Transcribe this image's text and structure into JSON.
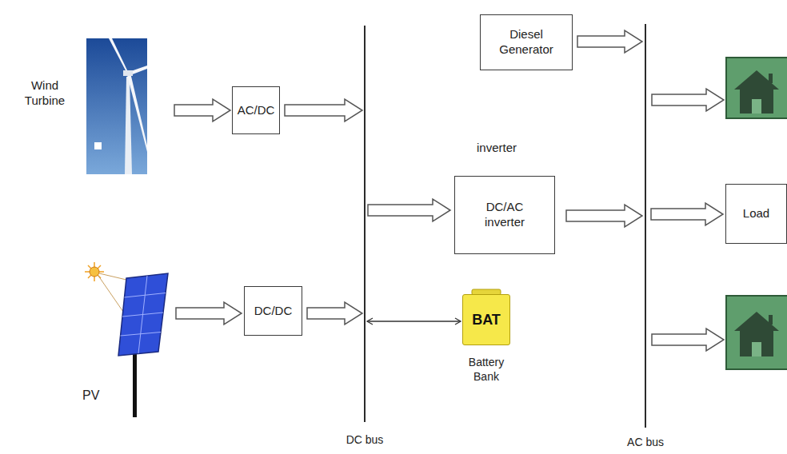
{
  "diagram": {
    "nodes": [
      {
        "text": [
          "Wind Turbine"
        ]
      },
      {
        "text": [
          "AC/DC"
        ]
      },
      {
        "text": [
          "PV"
        ]
      },
      {
        "text": [
          "DC/DC"
        ]
      },
      {
        "text": [
          "DC bus"
        ]
      },
      {
        "text": [
          "Diesel Generator"
        ]
      },
      {
        "text": [
          "DC/AC inverter"
        ]
      },
      {
        "text": [
          "BAT",
          "Battery Bank"
        ]
      },
      {
        "text": [
          "AC bus"
        ]
      },
      {
        "text": [
          "Load"
        ]
      }
    ],
    "edges": [
      {
        "from": 0,
        "to": 1,
        "arrow": "to"
      },
      {
        "from": 1,
        "to": 4,
        "arrow": "to"
      },
      {
        "from": 2,
        "to": 3,
        "arrow": "to"
      },
      {
        "from": 3,
        "to": 4,
        "arrow": "to"
      },
      {
        "from": 4,
        "to": 6,
        "arrow": "to"
      },
      {
        "from": 6,
        "to": 8,
        "arrow": "to"
      },
      {
        "from": 5,
        "to": 8,
        "arrow": "to"
      },
      {
        "from": 4,
        "to": 7,
        "arrow": "both"
      },
      {
        "from": 8,
        "to": 9,
        "arrow": "to"
      }
    ],
    "labels": [
      "inverter"
    ]
  }
}
